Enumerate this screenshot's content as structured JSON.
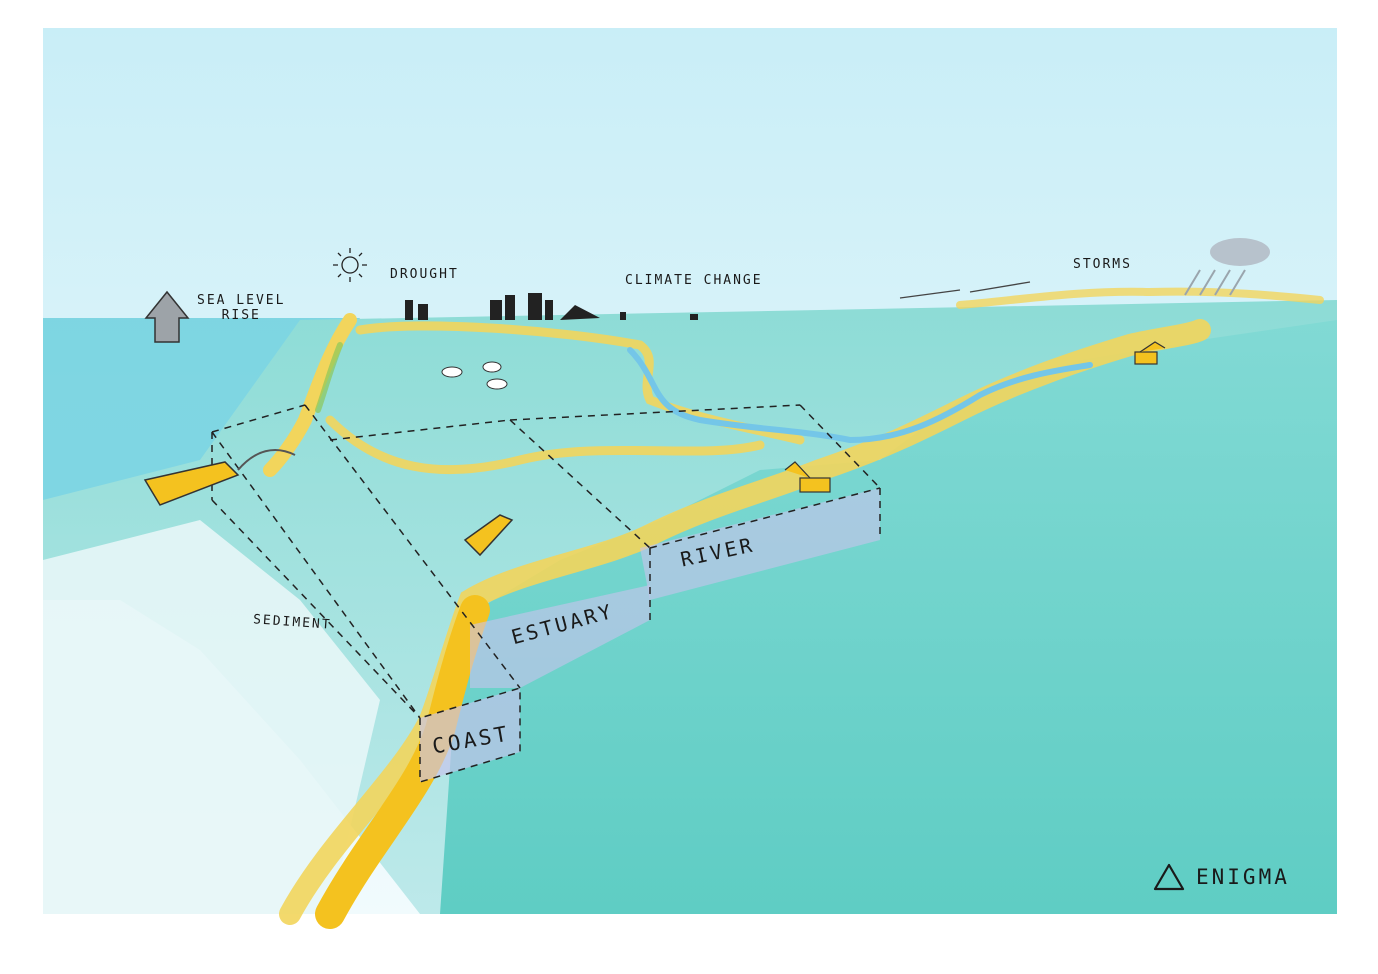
{
  "labels": {
    "sea_level_line1": "SEA LEVEL",
    "sea_level_line2": "RISE",
    "drought": "DROUGHT",
    "climate_change": "CLIMATE CHANGE",
    "storms": "STORMS",
    "sediment": "SEDIMENT",
    "river": "RIVER",
    "estuary": "ESTUARY",
    "coast": "COAST"
  },
  "brand": {
    "name": "ENIGMA",
    "icon": "triangle-logo-icon"
  },
  "icons": [
    "up-arrow-icon",
    "sun-icon",
    "city-skyline-icon",
    "rain-cloud-icon",
    "ship-icon",
    "boat-icon",
    "excavator-icon",
    "cow-icon",
    "dredge-pipe-icon"
  ],
  "colors": {
    "sky": "#dff5fb",
    "sea": "#5ccfc7",
    "sand": "#f2d55c",
    "box_fill": "#c9c3ec",
    "machinery": "#f4c21f"
  }
}
